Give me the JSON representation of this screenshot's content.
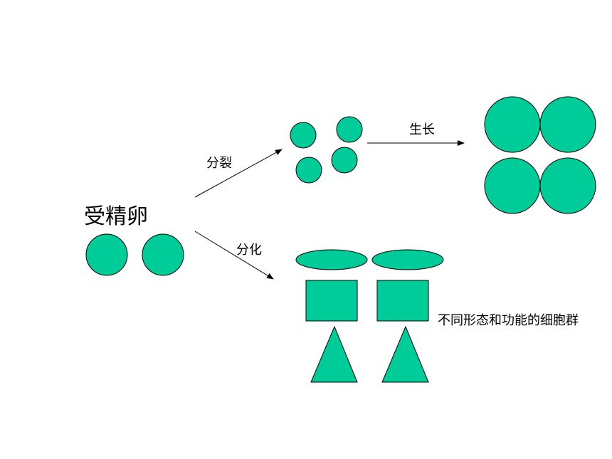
{
  "colors": {
    "cell_fill": "#00cc99",
    "outline": "#000000",
    "background": "#ffffff"
  },
  "labels": {
    "zygote": "受精卵",
    "division": "分裂",
    "growth": "生长",
    "differentiation": "分化",
    "tissue": "不同形态和功能的细胞群"
  }
}
